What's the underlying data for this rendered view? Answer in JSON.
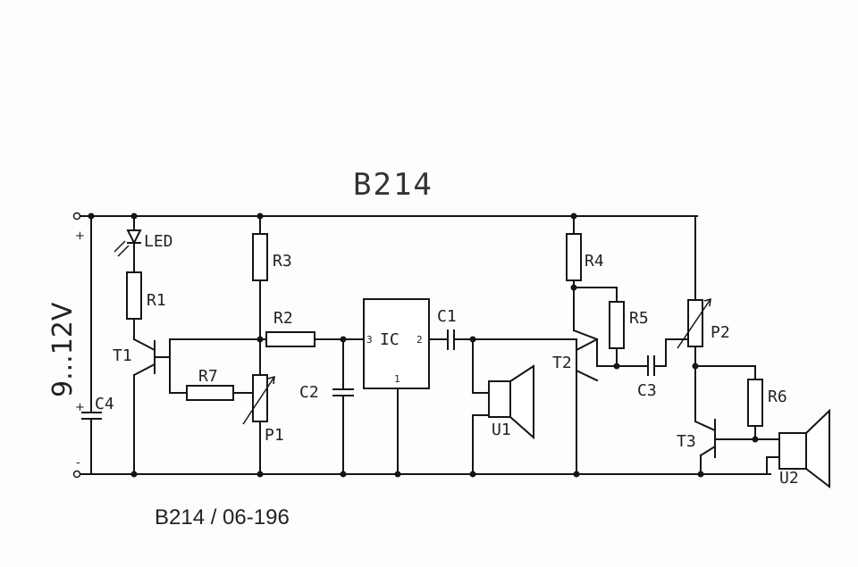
{
  "diagram": {
    "title": "B214",
    "code": "B214 / 06-196",
    "supply_voltage": "9...12V",
    "supply_plus": "+",
    "supply_minus": "-",
    "components": {
      "led": "LED",
      "r1": "R1",
      "r2": "R2",
      "r3": "R3",
      "r4": "R4",
      "r5": "R5",
      "r6": "R6",
      "r7": "R7",
      "p1": "P1",
      "p2": "P2",
      "c1": "C1",
      "c2": "C2",
      "c3": "C3",
      "c4": "C4",
      "c4_plus": "+",
      "t1": "T1",
      "t2": "T2",
      "t3": "T3",
      "ic": "IC",
      "ic_pin1": "1",
      "ic_pin2": "2",
      "ic_pin3": "3",
      "u1": "U1",
      "u2": "U2"
    }
  }
}
